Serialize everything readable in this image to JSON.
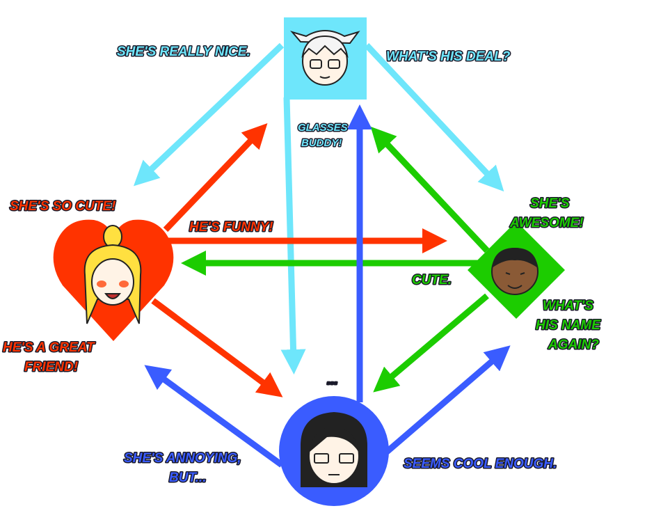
{
  "colors": {
    "cyan": "#6ee6fb",
    "red": "#ff3300",
    "green": "#1ccc00",
    "blue": "#3a5cff",
    "ink": "#1a1a2a"
  },
  "nodes": {
    "glasses": {
      "shape": "square",
      "color": "#6ee6fb"
    },
    "blonde": {
      "shape": "heart",
      "color": "#ff3300"
    },
    "dark": {
      "shape": "diamond",
      "color": "#1ccc00"
    },
    "black_hair": {
      "shape": "circle",
      "color": "#3a5cff"
    }
  },
  "labels": {
    "cyan_to_heart": "SHE'S REALLY NICE.",
    "cyan_to_diamond": "WHAT'S HIS DEAL?",
    "cyan_to_circle_1": "GLASSES",
    "cyan_to_circle_2": "BUDDY!",
    "heart_to_cyan": "SHE'S SO CUTE!",
    "heart_to_diamond": "HE'S FUNNY!",
    "heart_to_circle_1": "HE'S A GREAT",
    "heart_to_circle_2": "FRIEND!",
    "diamond_to_cyan_1": "SHE'S",
    "diamond_to_cyan_2": "AWESOME!",
    "diamond_to_heart": "CUTE.",
    "diamond_to_circle_1": "WHAT'S",
    "diamond_to_circle_2": "HIS NAME",
    "diamond_to_circle_3": "AGAIN?",
    "circle_to_cyan": "...",
    "circle_to_heart_1": "SHE'S ANNOYING,",
    "circle_to_heart_2": "BUT...",
    "circle_to_diamond": "SEEMS COOL ENOUGH."
  }
}
